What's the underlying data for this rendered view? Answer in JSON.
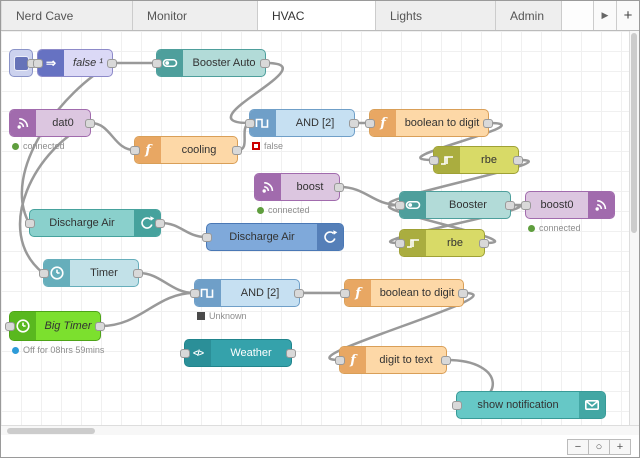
{
  "tabs": {
    "items": [
      {
        "label": "Nerd Cave"
      },
      {
        "label": "Monitor"
      },
      {
        "label": "HVAC"
      },
      {
        "label": "Lights"
      },
      {
        "label": "Admin"
      }
    ],
    "active": "HVAC",
    "scroll_right": "▶",
    "add": "+"
  },
  "icons": {
    "switch": "⇒",
    "function": "f",
    "code": "</>"
  },
  "nodes": [
    {
      "label": ""
    },
    {
      "label": "false ¹"
    },
    {
      "label": "Booster Auto"
    },
    {
      "label": "dat0",
      "status": "connected"
    },
    {
      "label": "cooling"
    },
    {
      "label": "AND [2]",
      "status": "false"
    },
    {
      "label": "boolean to digit"
    },
    {
      "label": "rbe"
    },
    {
      "label": "boost",
      "status": "connected"
    },
    {
      "label": "Booster"
    },
    {
      "label": "boost0",
      "status": "connected"
    },
    {
      "label": "rbe"
    },
    {
      "label": "Discharge Air"
    },
    {
      "label": "Discharge Air"
    },
    {
      "label": "Timer"
    },
    {
      "label": "AND [2]",
      "status": "Unknown"
    },
    {
      "label": "boolean to digit"
    },
    {
      "label": "Big Timer",
      "status": "Off for 08hrs 59mins"
    },
    {
      "label": "Weather"
    },
    {
      "label": "digit to text"
    },
    {
      "label": "show notification"
    }
  ],
  "zoom": {
    "out": "−",
    "reset": "○",
    "in": "+"
  },
  "colors": {
    "status_connected": "#5f9e3e",
    "status_error": "#cc0000",
    "status_unknown": "#4a4a4a",
    "status_info": "#2d9bd8",
    "wire": "#999999"
  }
}
